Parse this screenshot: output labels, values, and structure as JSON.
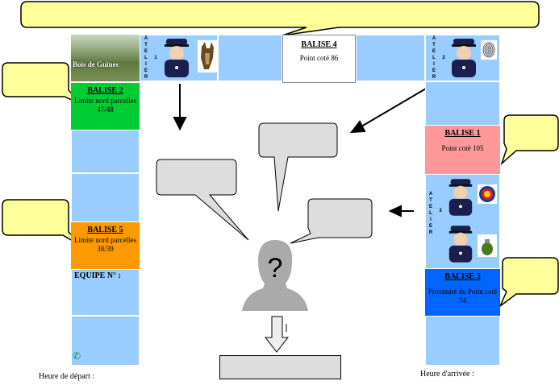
{
  "balise4": {
    "title": "BALISE 4",
    "desc": "Point coté 86"
  },
  "balise2": {
    "title": "BALISE 2",
    "desc": "Limite nord parcelles 47/48",
    "color": "#00cc33"
  },
  "balise1": {
    "title": "BALISE 1",
    "desc": "Point coté 105",
    "color": "#ff9999"
  },
  "balise5": {
    "title": "BALISE 5",
    "desc": "Limite nord parcelles 38/39",
    "color": "#ff9900"
  },
  "balise3": {
    "title": "BALISE 3",
    "desc": "Proximité du Point coté 74",
    "color": "#0066ff"
  },
  "photo_label": "Bois de Guînes",
  "equipe_label": "EQUIPE N° :",
  "depart_label": "Heure de départ :",
  "arrivee_label": "Heure d'arrivée :",
  "atelier1": {
    "letters": [
      "A",
      "T",
      "E",
      "L",
      "I",
      "E",
      "R"
    ],
    "num": "1"
  },
  "atelier2": {
    "letters": [
      "A",
      "T",
      "E",
      "L",
      "I",
      "E",
      "R"
    ],
    "num": "2"
  },
  "atelier3": {
    "letters": [
      "A",
      "T",
      "E",
      "L",
      "I",
      "E",
      "R"
    ],
    "num": "3"
  },
  "colors": {
    "cell": "#99ccff",
    "bubble_yellow": "#ffff99",
    "bubble_gray": "#dddddd",
    "police": "#1a1f4d"
  },
  "icons": [
    "phone-icon",
    "police-officer-icon",
    "dog-icon",
    "fingerprint-icon",
    "target-icon",
    "grenade-icon",
    "unknown-person-icon"
  ]
}
